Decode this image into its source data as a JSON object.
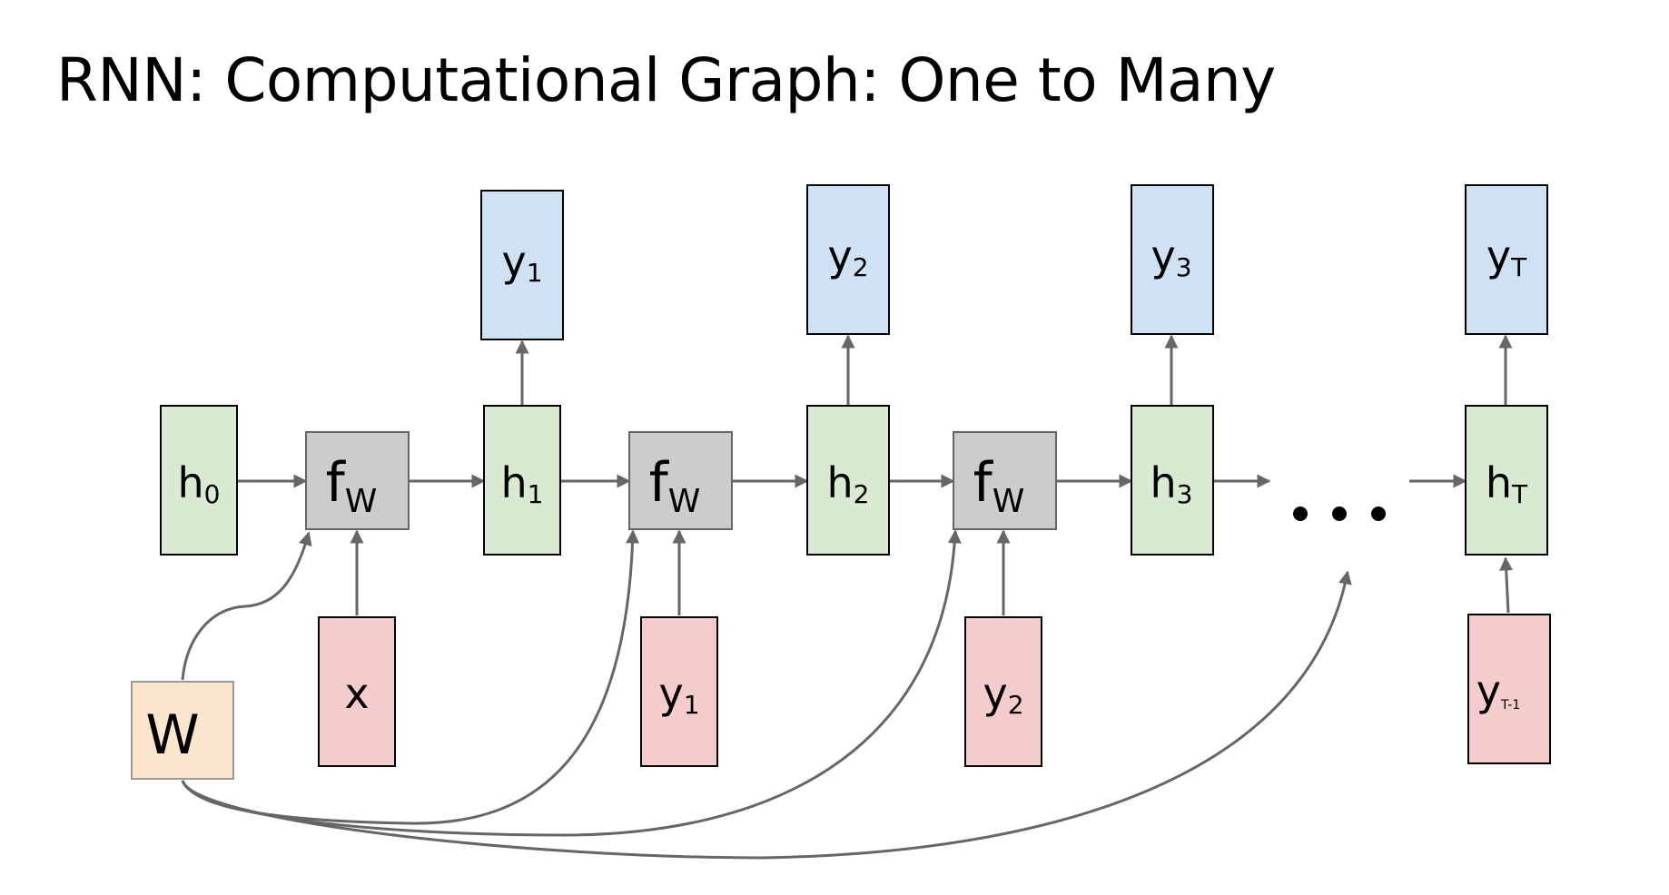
{
  "title": "RNN: Computational Graph: One to Many",
  "colors": {
    "hidden_state": "#d9ead3",
    "function": "#cccccc",
    "output": "#cfe2f3",
    "input": "#f4cccc",
    "weights": "#fce5cd",
    "edge": "#666666",
    "border": "#000000"
  },
  "nodes": {
    "h0": {
      "base": "h",
      "sub": "0"
    },
    "f1": {
      "base": "f",
      "sub": "W"
    },
    "h1": {
      "base": "h",
      "sub": "1"
    },
    "f2": {
      "base": "f",
      "sub": "W"
    },
    "h2": {
      "base": "h",
      "sub": "2"
    },
    "f3": {
      "base": "f",
      "sub": "W"
    },
    "h3": {
      "base": "h",
      "sub": "3"
    },
    "hT": {
      "base": "h",
      "sub": "T"
    },
    "out1": {
      "base": "y",
      "sub": "1"
    },
    "out2": {
      "base": "y",
      "sub": "2"
    },
    "out3": {
      "base": "y",
      "sub": "3"
    },
    "outT": {
      "base": "y",
      "sub": "T"
    },
    "in1": {
      "base": "x",
      "sub": ""
    },
    "in2": {
      "base": "y",
      "sub": "1"
    },
    "in3": {
      "base": "y",
      "sub": "2"
    },
    "inT": {
      "base": "y",
      "sub": "T-1"
    },
    "W": {
      "base": "W",
      "sub": ""
    }
  }
}
